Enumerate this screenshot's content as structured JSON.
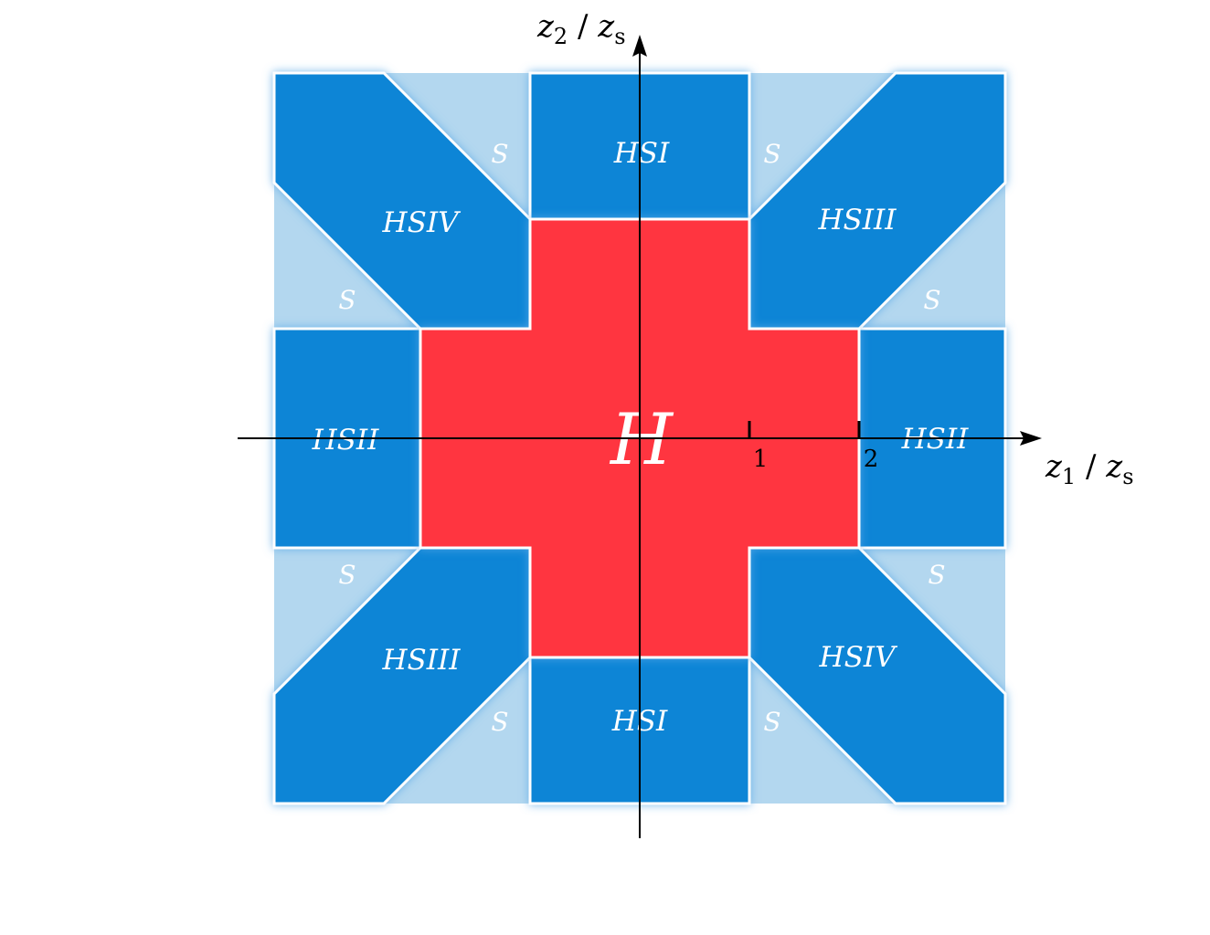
{
  "colors": {
    "soft_region": "#b3d7ef",
    "hard_soft_region": "#0b85d6",
    "hard_region": "#ff353f",
    "border": "#ffffff",
    "axis": "#000000"
  },
  "regions": {
    "H": "H",
    "HSI": "HSI",
    "HSII": "HSII",
    "HSIII": "HSIII",
    "HSIV": "HSIV",
    "S": "S"
  },
  "axes": {
    "x_label_main": "z",
    "x_label_sub1": "1",
    "x_label_sep": " / ",
    "x_label_main2": "z",
    "x_label_sub2": "s",
    "y_label_main": "z",
    "y_label_sub1": "2",
    "y_label_sep": " / ",
    "y_label_main2": "z",
    "y_label_sub2": "s",
    "ticks": [
      "1",
      "2"
    ]
  }
}
